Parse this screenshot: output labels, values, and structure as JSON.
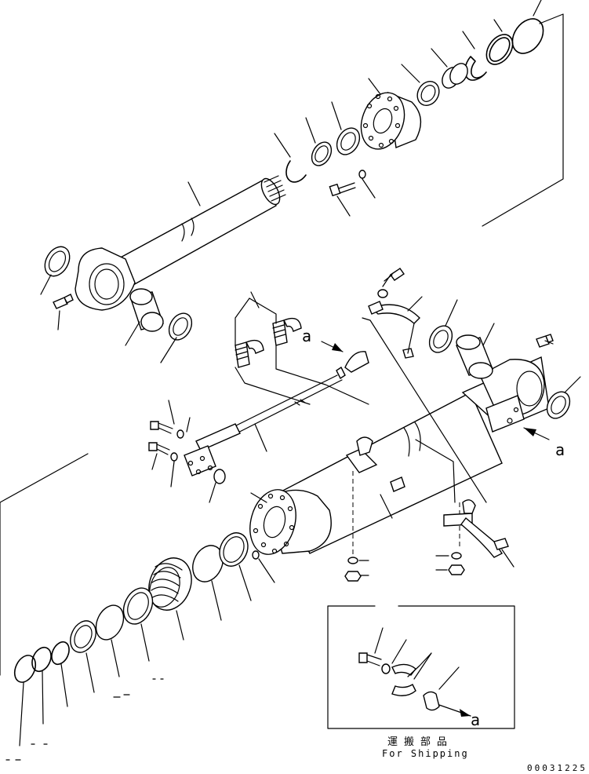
{
  "labels": {
    "callout_a": "a"
  },
  "shipping_box": {
    "title_jp": "運搬部品",
    "title_en": "For Shipping"
  },
  "document_number": "00031225"
}
